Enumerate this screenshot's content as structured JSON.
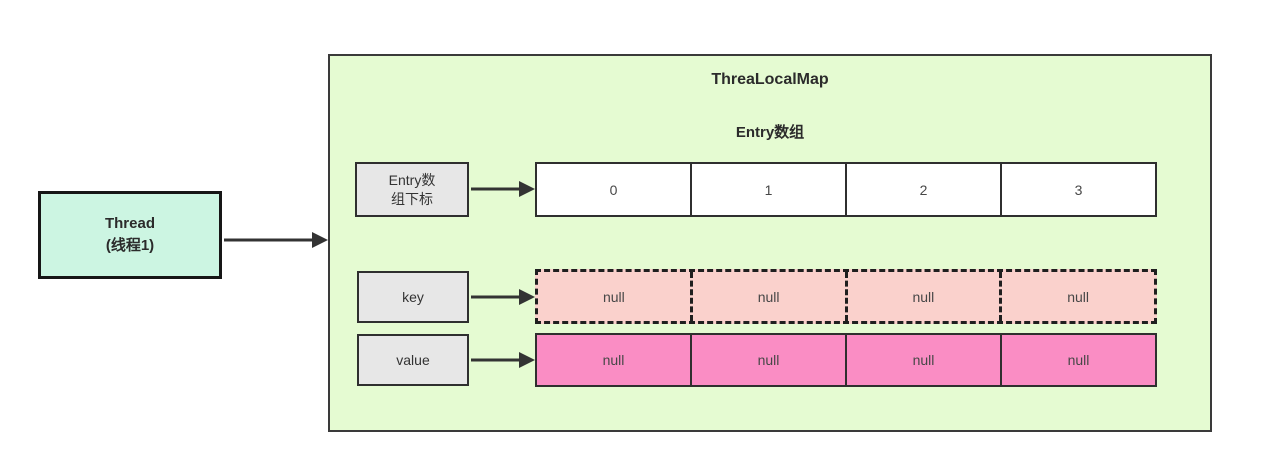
{
  "diagram": {
    "thread_box": {
      "line1": "Thread",
      "line2": "(线程1)"
    },
    "map": {
      "title": "ThreaLocalMap",
      "subtitle": "Entry数组"
    },
    "labels": {
      "index_line1": "Entry数",
      "index_line2": "组下标",
      "key": "key",
      "value": "value"
    },
    "rows": {
      "index": [
        "0",
        "1",
        "2",
        "3"
      ],
      "key": [
        "null",
        "null",
        "null",
        "null"
      ],
      "value": [
        "null",
        "null",
        "null",
        "null"
      ]
    },
    "colors": {
      "map_bg": "#e5fbd2",
      "thread_bg": "#ccf5e2",
      "label_bg": "#e7e7e7",
      "index_cell_bg": "#ffffff",
      "key_row_bg": "#fad1cc",
      "value_row_bg": "#fa8dc4",
      "border": "#2f2f2f"
    }
  }
}
